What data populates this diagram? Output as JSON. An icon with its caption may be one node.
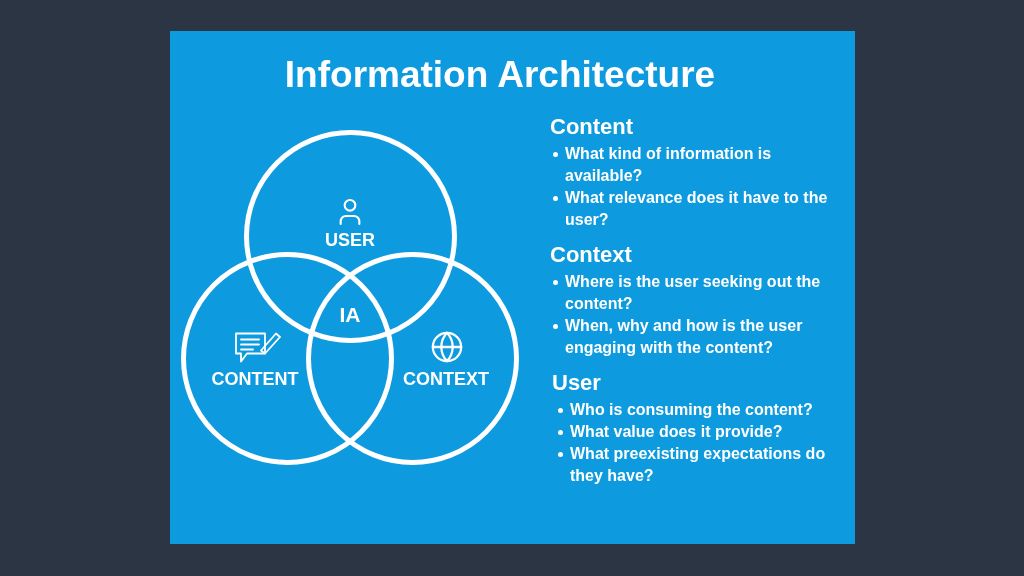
{
  "diagram": {
    "title": "Information Architecture",
    "nodes": [
      {
        "text": [
          "USER"
        ]
      },
      {
        "text": [
          "CONTENT"
        ]
      },
      {
        "text": [
          "CONTEXT"
        ]
      }
    ],
    "labels": [
      "IA",
      "Content",
      "What kind of information is available?",
      "What relevance does it have to the user?",
      "Context",
      "Where is the user seeking out the content?",
      "When, why and how is the user engaging with the content?",
      "User",
      "Who is consuming the content?",
      "What value does it provide?",
      "What preexisting expectations do they have?"
    ]
  }
}
